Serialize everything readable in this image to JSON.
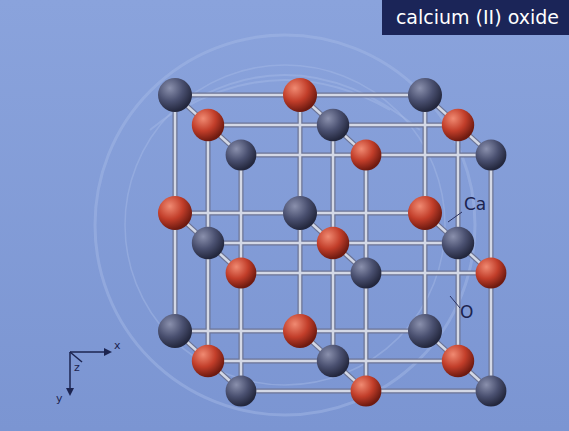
{
  "diagram": {
    "title": "calcium (II) oxide",
    "labels": [
      "Ca",
      "O",
      "x",
      "z",
      "y"
    ]
  }
}
